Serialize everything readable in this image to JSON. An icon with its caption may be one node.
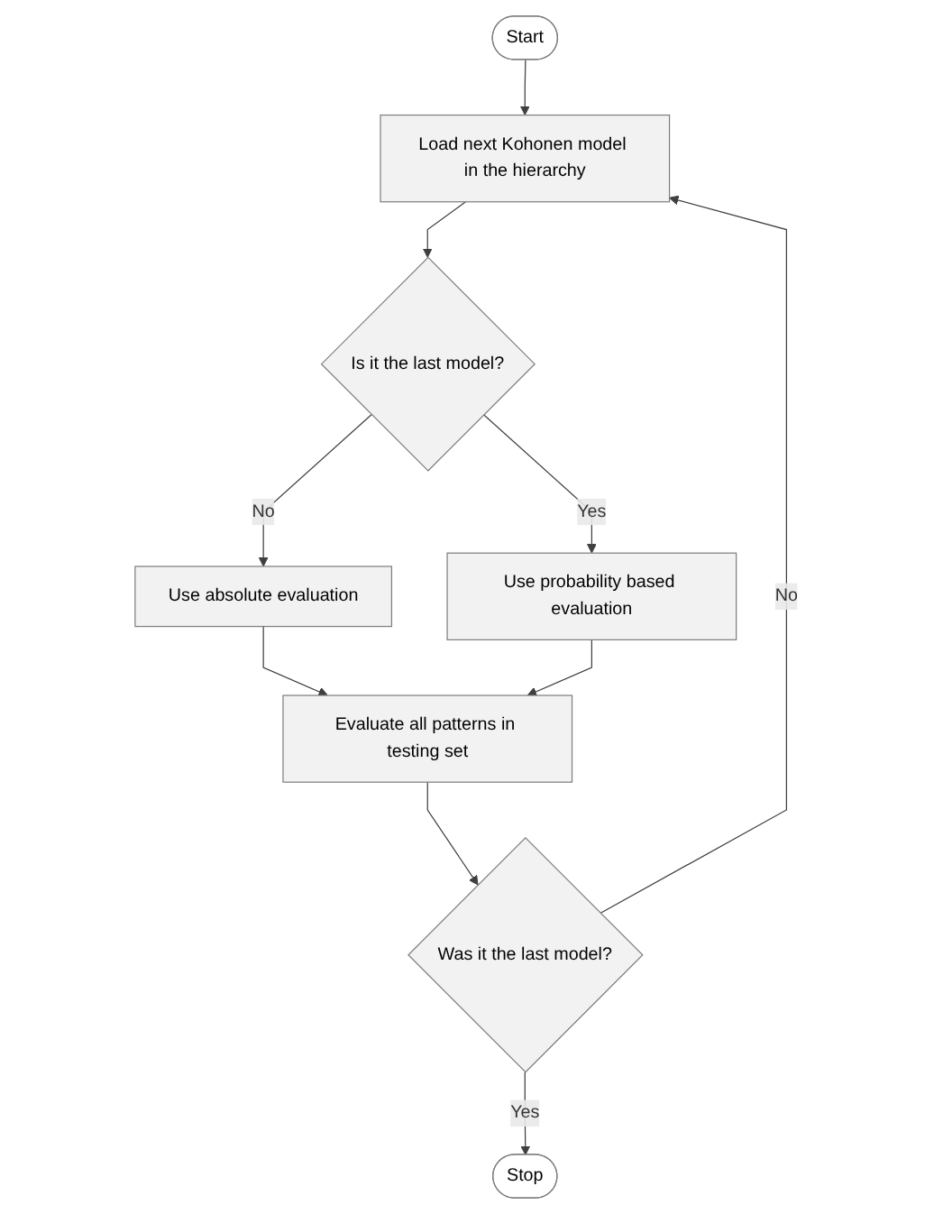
{
  "diagram": {
    "nodes": [
      {
        "text": [
          "Start"
        ]
      },
      {
        "text": [
          "Load next Kohonen model in the hierarchy"
        ]
      },
      {
        "text": [
          "Is it the last model?"
        ]
      },
      {
        "text": [
          "Use absolute evaluation"
        ]
      },
      {
        "text": [
          "Use probability based evaluation"
        ]
      },
      {
        "text": [
          "Evaluate all patterns in testing set"
        ]
      },
      {
        "text": [
          "Was it the last model?"
        ]
      },
      {
        "text": [
          "Stop"
        ]
      }
    ],
    "edges": [
      {
        "from": 0,
        "to": 1,
        "arrow": "to"
      },
      {
        "from": 1,
        "to": 2,
        "arrow": "to"
      },
      {
        "from": 2,
        "to": 3,
        "arrow": "to",
        "label": "No"
      },
      {
        "from": 2,
        "to": 4,
        "arrow": "to",
        "label": "Yes"
      },
      {
        "from": 3,
        "to": 5,
        "arrow": "to"
      },
      {
        "from": 4,
        "to": 5,
        "arrow": "to"
      },
      {
        "from": 5,
        "to": 6,
        "arrow": "to"
      },
      {
        "from": 6,
        "to": 1,
        "arrow": "to",
        "label": "No"
      },
      {
        "from": 6,
        "to": 7,
        "arrow": "to",
        "label": "Yes"
      }
    ]
  }
}
